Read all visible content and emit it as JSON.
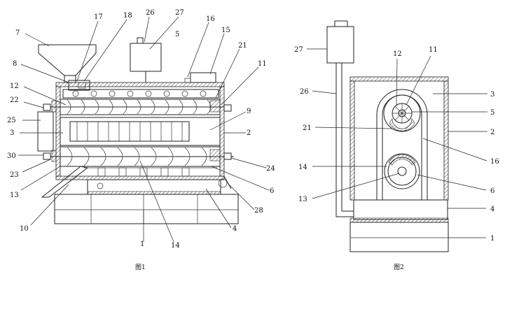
{
  "figure1": {
    "caption": "图1",
    "labels": {
      "n1": "1",
      "n2": "2",
      "n3": "3",
      "n4": "4",
      "n5": "5",
      "n6": "6",
      "n7": "7",
      "n8": "8",
      "n9": "9",
      "n10": "10",
      "n11": "11",
      "n12": "12",
      "n13": "13",
      "n14": "14",
      "n15": "15",
      "n16": "16",
      "n17": "17",
      "n18": "18",
      "n21": "21",
      "n22": "22",
      "n23": "23",
      "n24": "24",
      "n25": "25",
      "n26": "26",
      "n27": "27",
      "n28": "28",
      "n30": "30"
    }
  },
  "figure2": {
    "caption": "图2",
    "labels": {
      "n1": "1",
      "n2": "2",
      "n3": "3",
      "n4": "4",
      "n5": "5",
      "n6": "6",
      "n11": "11",
      "n12": "12",
      "n13": "13",
      "n14": "14",
      "n16": "16",
      "n21": "21",
      "n26": "26",
      "n27": "27"
    }
  }
}
